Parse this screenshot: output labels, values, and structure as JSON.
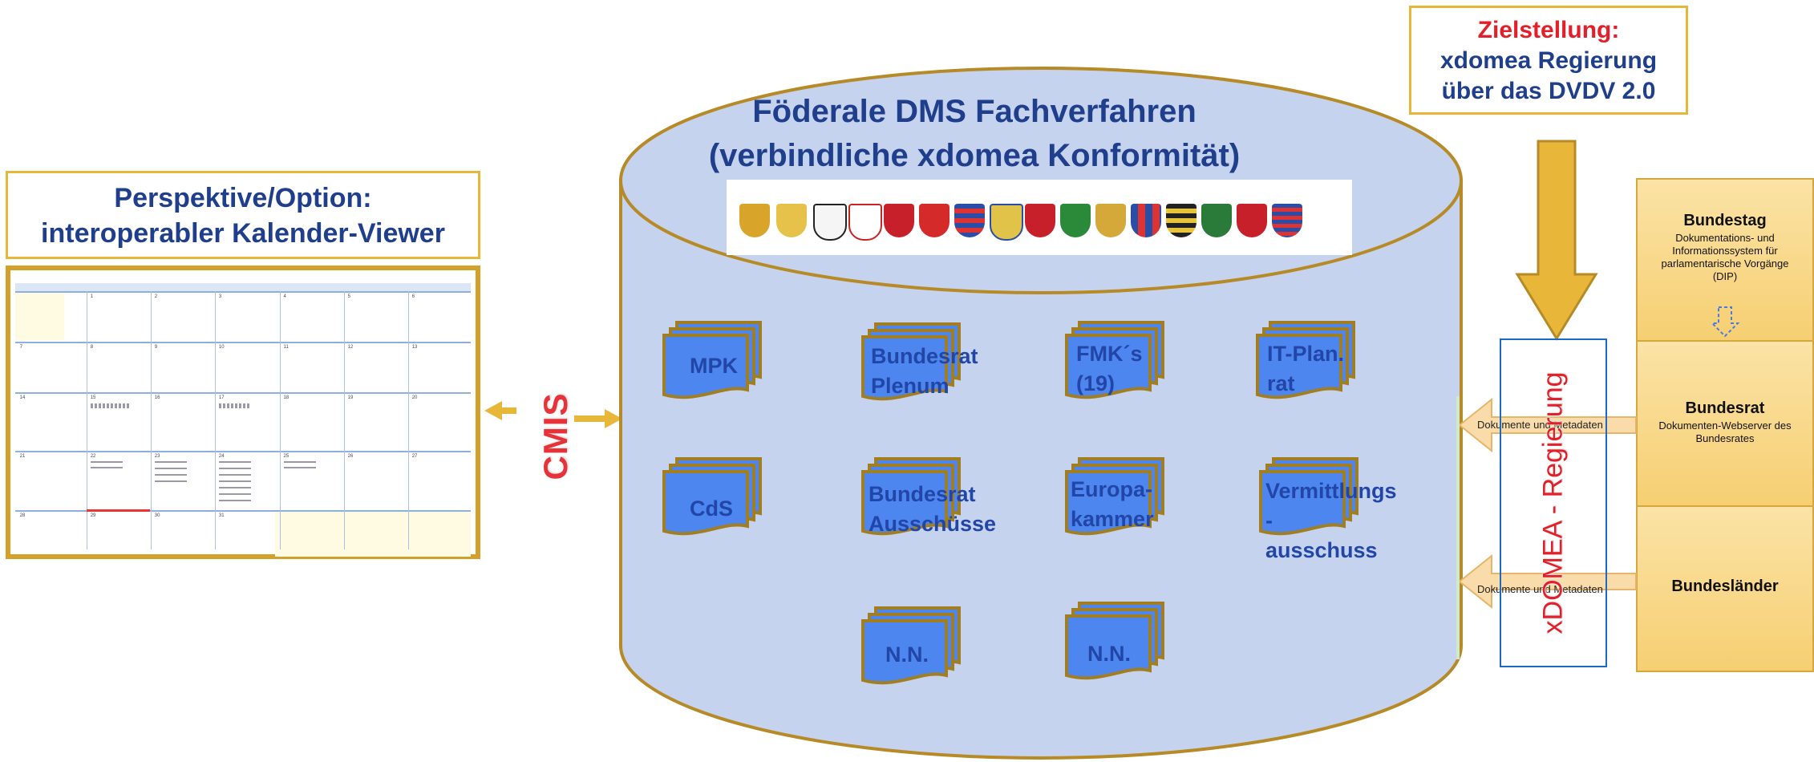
{
  "left": {
    "title_line1": "Perspektive/Option:",
    "title_line2": "interoperabler Kalender-Viewer",
    "calendar": {
      "weekday_headers": [
        "",
        "",
        "",
        "",
        "",
        "",
        ""
      ],
      "day_numbers": [
        "1",
        "2",
        "3",
        "4",
        "5",
        "6",
        "7",
        "8",
        "9",
        "10",
        "11",
        "12",
        "13",
        "14",
        "15",
        "16",
        "17",
        "18",
        "19",
        "20",
        "21",
        "22",
        "23",
        "24",
        "25",
        "26",
        "27",
        "28",
        "29",
        "30",
        "31"
      ]
    }
  },
  "connector": {
    "label": "CMIS"
  },
  "cylinder": {
    "title_line1": "Föderale DMS Fachverfahren",
    "title_line2": "(verbindliche xdomea Konformität)",
    "documents": [
      {
        "line1": "MPK",
        "line2": ""
      },
      {
        "line1": "Bundesrat",
        "line2": "Plenum"
      },
      {
        "line1": "FMK´s",
        "line2": "(19)"
      },
      {
        "line1": "IT-Plan.",
        "line2": "rat"
      },
      {
        "line1": "CdS",
        "line2": ""
      },
      {
        "line1": "Bundesrat",
        "line2": "Ausschüsse"
      },
      {
        "line1": "Europa-",
        "line2": "kammer"
      },
      {
        "line1": "Vermittlungs",
        "line2": "-",
        "line3": "ausschuss"
      },
      {
        "line1": "N.N.",
        "line2": ""
      },
      {
        "line1": "N.N.",
        "line2": ""
      }
    ]
  },
  "right": {
    "ziel_line1": "Zielstellung:",
    "ziel_line2": "xdomea Regierung",
    "ziel_line3": "über das DVDV 2.0",
    "xdomea_label": "xDOMEA - Regierung",
    "arrow_label_top": "Dokumente und Metadaten",
    "arrow_label_bottom": "Dokumente und Metadaten",
    "stack": [
      {
        "title": "Bundestag",
        "sub": "Dokumentations- und Informationssystem für parlamentarische Vorgänge (DIP)"
      },
      {
        "title": "Bundesrat",
        "sub": "Dokumenten-Webserver des Bundesrates"
      },
      {
        "title": "Bundesländer",
        "sub": ""
      }
    ]
  },
  "colors": {
    "gold": "#d4a02a",
    "navy": "#1f3e8c",
    "doc_blue": "#4d86ee",
    "cylinder_fill": "#c6d3ee",
    "red": "#e3202a"
  }
}
